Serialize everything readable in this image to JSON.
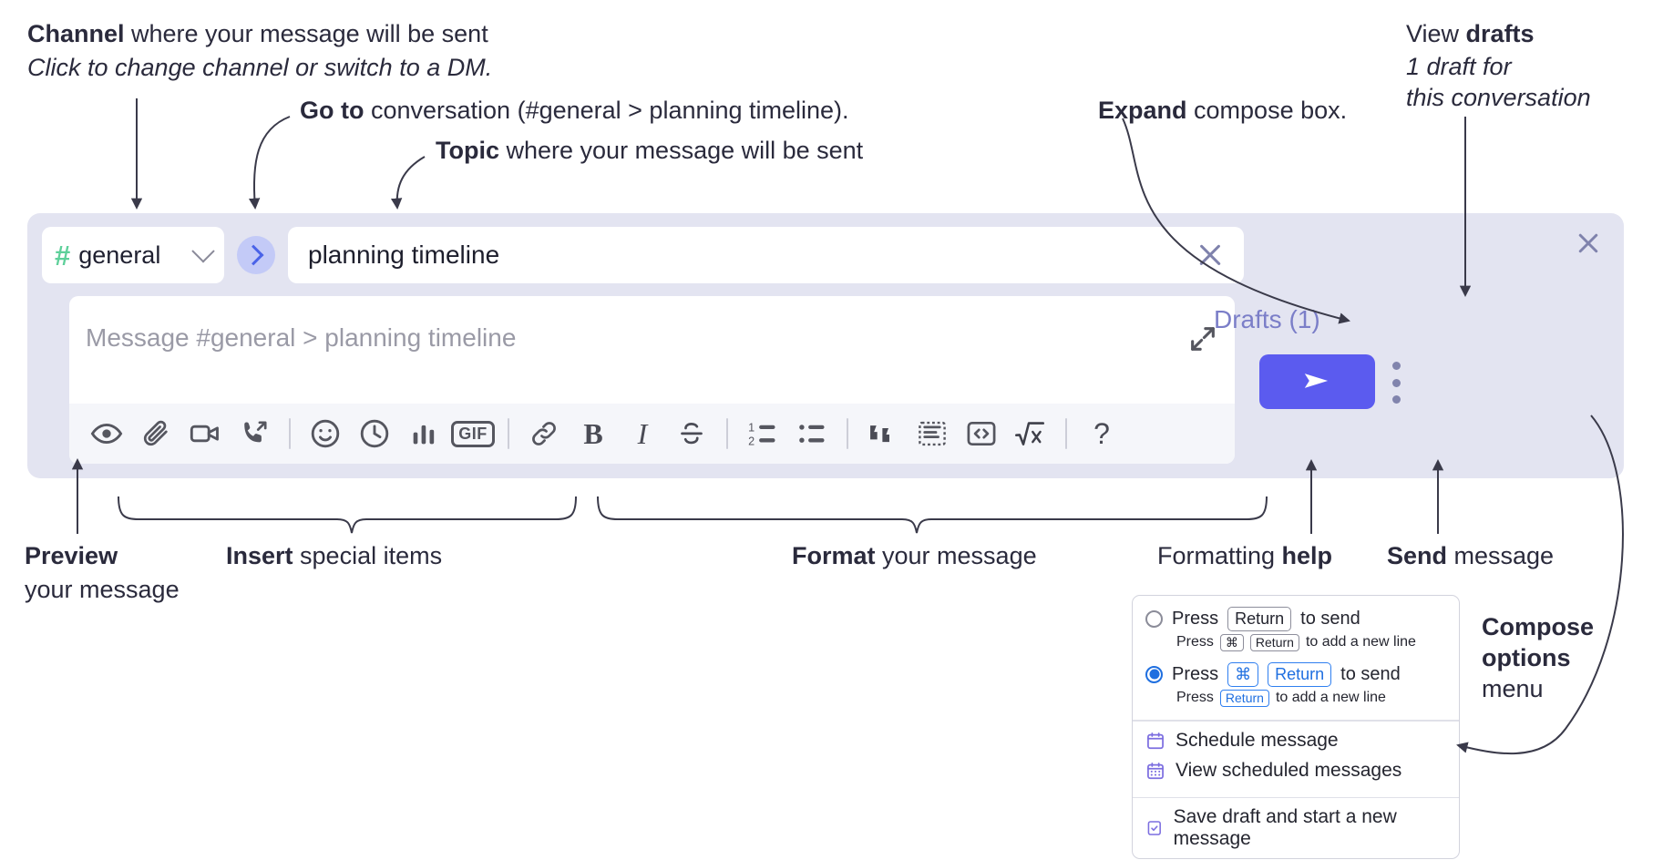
{
  "annotations": {
    "channel": {
      "bold": "Channel",
      "rest": " where your message will be sent",
      "italic": "Click to change channel or switch to a DM."
    },
    "goto": {
      "bold": "Go to",
      "rest": " conversation (#general > planning timeline)."
    },
    "topic": {
      "bold": "Topic",
      "rest": " where your message will be sent"
    },
    "expand": {
      "bold": "Expand",
      "rest": " compose box."
    },
    "drafts": {
      "plain": "View ",
      "bold": "drafts",
      "italic1": "1 draft for",
      "italic2": "this conversation"
    },
    "preview": {
      "bold": "Preview",
      "line2": "your message"
    },
    "insert": {
      "bold": "Insert",
      "rest": " special items"
    },
    "format": {
      "bold": "Format",
      "rest": " your message"
    },
    "help": {
      "plain": "Formatting ",
      "bold": "help"
    },
    "send": {
      "bold": "Send",
      "rest": " message"
    },
    "compose_options": {
      "bold1": "Compose",
      "bold2": "options",
      "plain": "menu"
    }
  },
  "composer": {
    "channel_name": "general",
    "hash_glyph": "#",
    "topic_value": "planning timeline",
    "message_placeholder": "Message #general > planning timeline",
    "drafts_label": "Drafts (1)",
    "gif_label": "GIF",
    "bold_label": "B",
    "italic_label": "I",
    "help_label": "?",
    "toolbar_icons": [
      "eye-icon",
      "paperclip-icon",
      "video-icon",
      "call-icon",
      "emoji-icon",
      "clock-icon",
      "poll-icon",
      "gif-icon",
      "link-icon",
      "bold-icon",
      "italic-icon",
      "strikethrough-icon",
      "ordered-list-icon",
      "bullet-list-icon",
      "blockquote-icon",
      "code-block-icon",
      "code-icon",
      "math-icon",
      "help-icon"
    ]
  },
  "menu": {
    "option1": {
      "press": "Press",
      "key": "Return",
      "tail": "to send",
      "sub_press": "Press",
      "sub_key1": "⌘",
      "sub_key2": "Return",
      "sub_tail": "to add a new line"
    },
    "option2": {
      "press": "Press",
      "key1": "⌘",
      "key2": "Return",
      "tail": "to send",
      "sub_press": "Press",
      "sub_key": "Return",
      "sub_tail": "to add a new line"
    },
    "items": [
      {
        "icon": "calendar-icon",
        "label": "Schedule message"
      },
      {
        "icon": "calendar-grid-icon",
        "label": "View scheduled messages"
      },
      {
        "icon": "save-draft-icon",
        "label": "Save draft and start a new message"
      }
    ]
  },
  "colors": {
    "panel": "#e3e4f1",
    "send_button": "#5b5bef",
    "hash_green": "#5ed09a",
    "goto_circle": "#c3caf7",
    "goto_chevron": "#4a63e8",
    "drafts_text": "#7b7ec8",
    "radio_blue": "#1f6fe0",
    "menu_icon_purple": "#7c6ee0"
  }
}
